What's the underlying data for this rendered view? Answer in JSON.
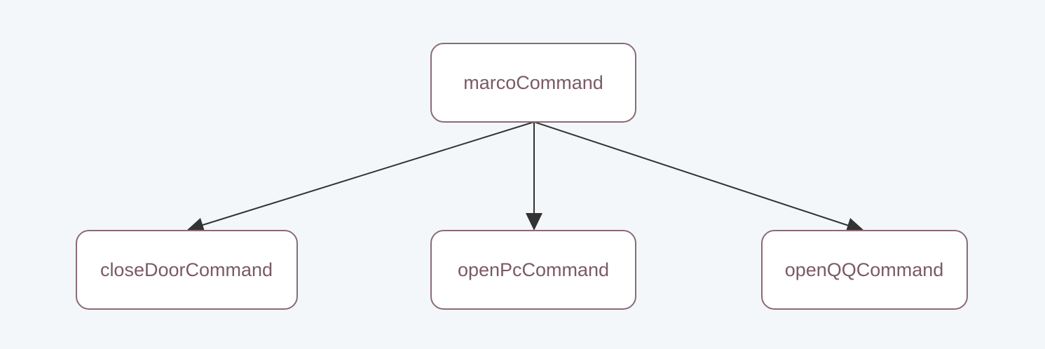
{
  "diagram": {
    "root": {
      "label": "marcoCommand"
    },
    "children": [
      {
        "label": "closeDoorCommand"
      },
      {
        "label": "openPcCommand"
      },
      {
        "label": "openQQCommand"
      }
    ]
  },
  "colors": {
    "background": "#f3f7fa",
    "node_fill": "#ffffff",
    "node_border": "#8a6b75",
    "node_text": "#7a5a66",
    "edge": "#333333"
  }
}
